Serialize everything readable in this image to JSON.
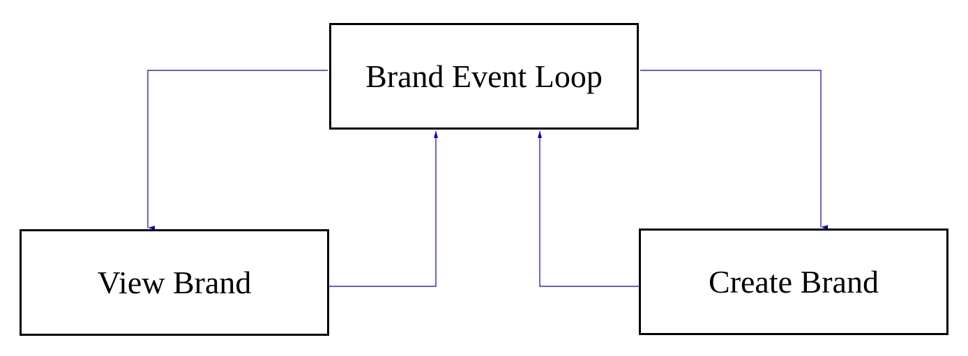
{
  "nodes": {
    "loop": {
      "label": "Brand Event Loop"
    },
    "view": {
      "label": "View Brand"
    },
    "create": {
      "label": "Create Brand"
    }
  },
  "edges": [
    {
      "from": "loop",
      "to": "view"
    },
    {
      "from": "loop",
      "to": "create"
    },
    {
      "from": "view",
      "to": "loop"
    },
    {
      "from": "create",
      "to": "loop"
    }
  ],
  "colors": {
    "edge": "#0000cc",
    "node_border": "#000000",
    "text": "#000000",
    "background": "#ffffff"
  }
}
